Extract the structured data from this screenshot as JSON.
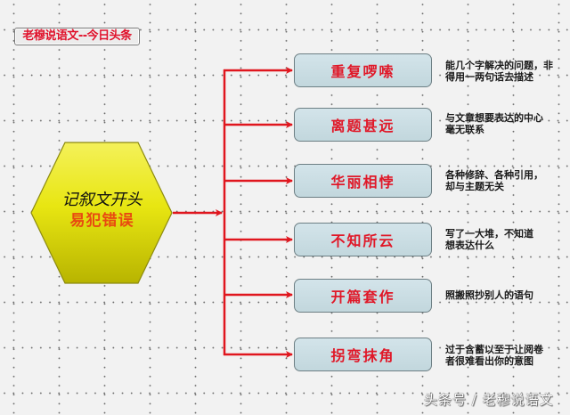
{
  "title_label": "老穆说语文--今日头条",
  "central_node": {
    "line1": "记叙文开头",
    "line2": "易犯错误",
    "shape": "hexagon",
    "colors": {
      "top": "#f4f15a",
      "middle": "#e6e410",
      "bottom": "#b8b400",
      "line2_text": "#e84a10"
    }
  },
  "nodes": [
    {
      "label": "重复啰嗦",
      "description": "能几个字解决的问题，非得用一两句话去描述"
    },
    {
      "label": "离题甚远",
      "description": "与文章想要表达的中心毫无联系"
    },
    {
      "label": "华丽相悖",
      "description": "各种修辞、各种引用，却与主题无关"
    },
    {
      "label": "不知所云",
      "description": "写了一大堆，不知道想表达什么"
    },
    {
      "label": "开篇套作",
      "description": "照搬照抄别人的语句"
    },
    {
      "label": "拐弯抹角",
      "description": "过于含蓄以至于让阅卷者很难看出你的意图"
    }
  ],
  "colors": {
    "arrow": "#e0161e",
    "node_fill": "#c8dce2",
    "node_border": "#6d7f84",
    "node_text": "#e01828",
    "background": "#f2f2f2"
  },
  "watermark": "头条号 / 老穆说语文"
}
